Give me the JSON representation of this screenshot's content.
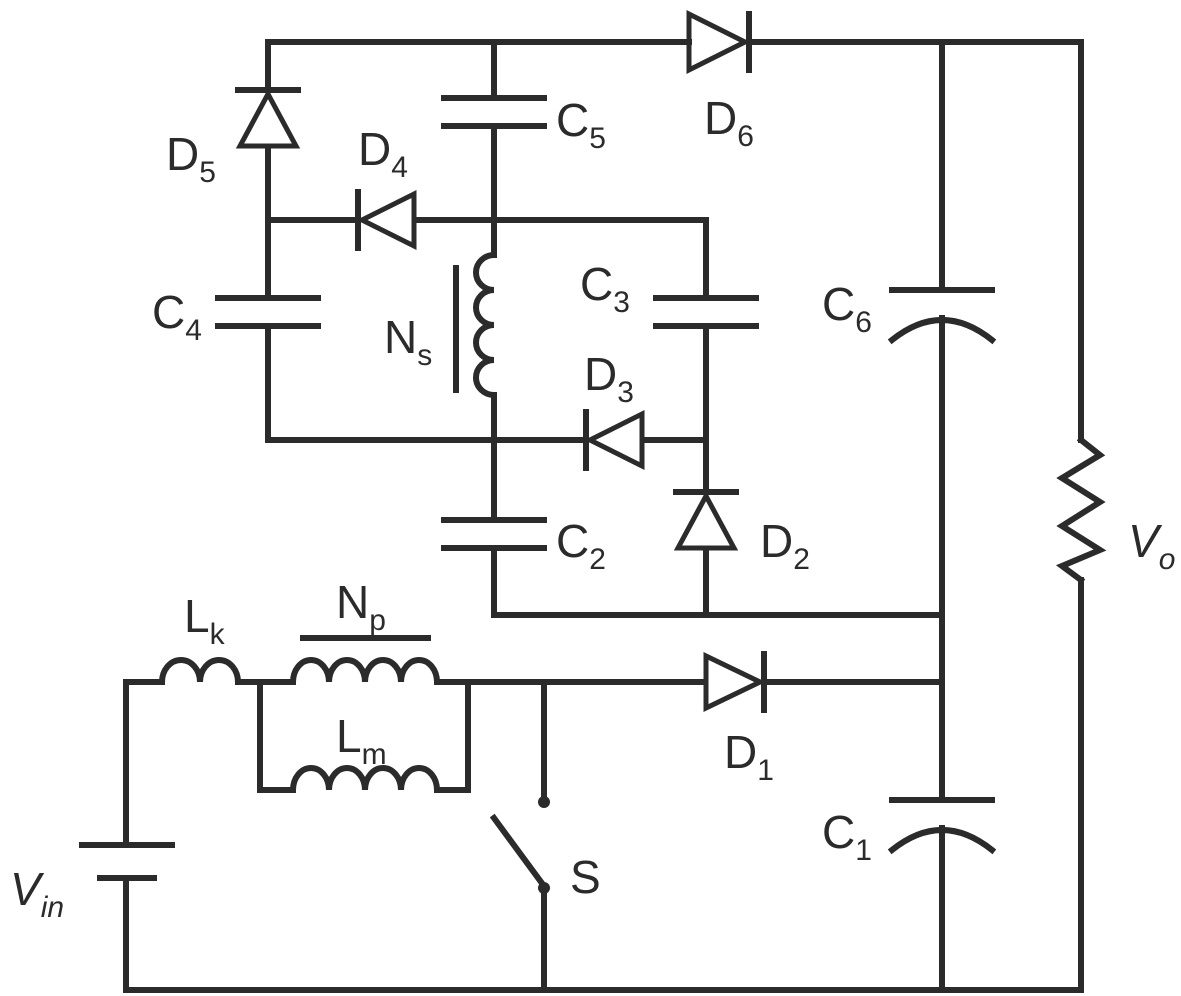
{
  "labels": {
    "d1": {
      "main": "D",
      "sub": "1"
    },
    "d2": {
      "main": "D",
      "sub": "2"
    },
    "d3": {
      "main": "D",
      "sub": "3"
    },
    "d4": {
      "main": "D",
      "sub": "4"
    },
    "d5": {
      "main": "D",
      "sub": "5"
    },
    "d6": {
      "main": "D",
      "sub": "6"
    },
    "c1": {
      "main": "C",
      "sub": "1"
    },
    "c2": {
      "main": "C",
      "sub": "2"
    },
    "c3": {
      "main": "C",
      "sub": "3"
    },
    "c4": {
      "main": "C",
      "sub": "4"
    },
    "c5": {
      "main": "C",
      "sub": "5"
    },
    "c6": {
      "main": "C",
      "sub": "6"
    },
    "lk": {
      "main": "L",
      "sub": "k"
    },
    "lm": {
      "main": "L",
      "sub": "m"
    },
    "np": {
      "main": "N",
      "sub": "p"
    },
    "ns": {
      "main": "N",
      "sub": "s"
    },
    "vin": {
      "main": "V",
      "sub": "in"
    },
    "vo": {
      "main": "V",
      "sub": "o"
    },
    "s": "S"
  }
}
